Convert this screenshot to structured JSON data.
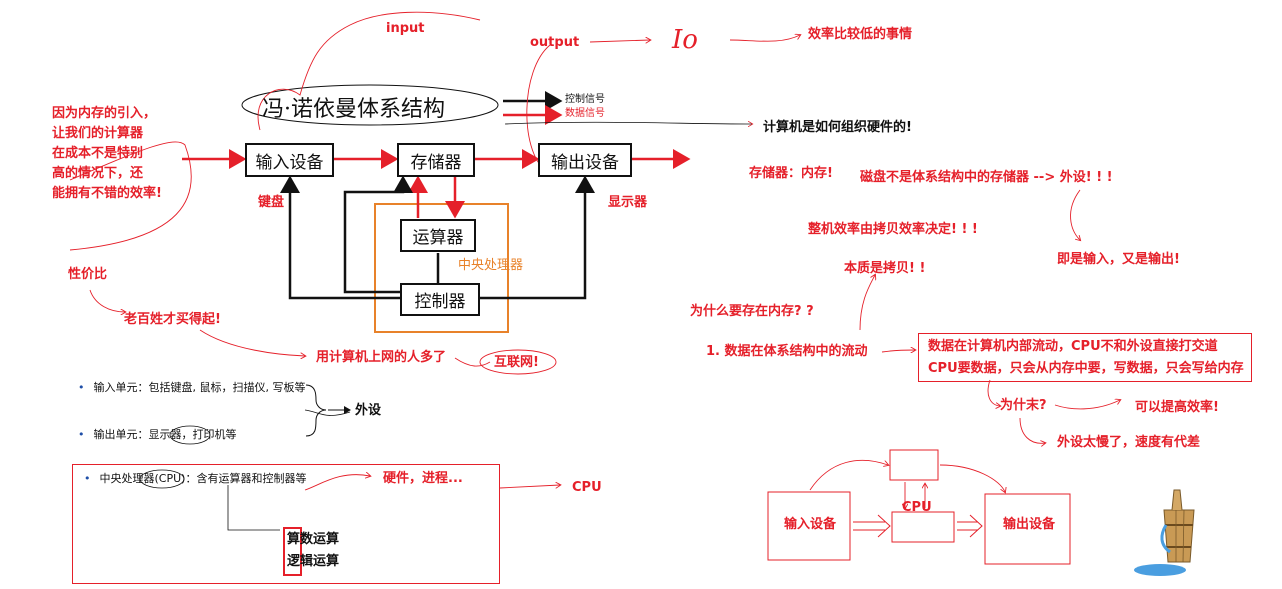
{
  "diagram": {
    "title": "冯·诺依曼体系结构",
    "legend": {
      "control": "控制信号",
      "data": "数据信号"
    },
    "boxes": {
      "input": "输入设备",
      "memory": "存储器",
      "output": "输出设备",
      "alu": "运算器",
      "controller": "控制器"
    },
    "cpu_label": "中央处理器"
  },
  "annotations": {
    "input": "input",
    "output": "output",
    "io": "Io",
    "low_efficiency": "效率比较低的事情",
    "left_note": [
      "因为内存的引入，",
      "让我们的计算器",
      "在成本不是特别",
      "高的情况下，还",
      "能拥有不错的效率!"
    ],
    "keyboard": "键盘",
    "display": "显示器",
    "cost_perf": "性价比",
    "affordable": "老百姓才买得起!",
    "internet_users": "用计算机上网的人多了",
    "internet": "互联网!",
    "how_organize": "计算机是如何组织硬件的!",
    "memory_is": "存储器：内存!",
    "disk_note": "磁盘不是体系结构中的存储器 --> 外设! ! !",
    "efficiency_copy": "整机效率由拷贝效率决定! ! !",
    "essence_copy": "本质是拷贝! !",
    "io_both": "即是输入，又是输出!",
    "why_memory": "为什么要存在内存? ?",
    "data_flow": "1. 数据在体系结构中的流动",
    "flow_detail_1": "数据在计算机内部流动，CPU不和外设直接打交道",
    "flow_detail_2": "CPU要数据，只会从内存中要，写数据，只会写给内存",
    "why": "为什末?",
    "improve": "可以提高效率!",
    "peripheral_slow": "外设太慢了，速度有代差",
    "peripheral": "外设",
    "hardware_process": "硬件，进程...",
    "cpu_big": "CPU",
    "sketch_input": "输入设备",
    "sketch_cpu": "CPU",
    "sketch_output": "输出设备"
  },
  "bullets": {
    "input_unit": "输入单元：包括键盘, 鼠标，扫描仪, 写板等",
    "output_unit": "输出单元：显示器，打印机等",
    "cpu_unit": "中央处理器(CPU)：含有运算器和控制器等",
    "arith": "算数运算",
    "logic": "逻辑运算"
  },
  "colors": {
    "red": "#e5202a",
    "black": "#111111",
    "orange": "#e8822a",
    "blue": "#1f4fa8"
  }
}
